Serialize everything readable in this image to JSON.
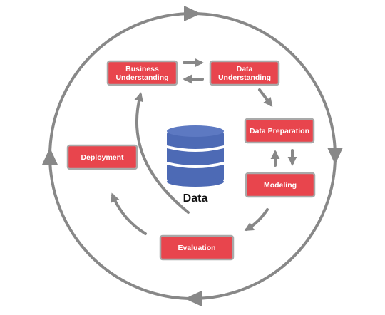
{
  "diagram": {
    "stages": {
      "business_understanding": [
        "Business",
        "Understanding"
      ],
      "data_understanding": [
        "Data",
        "Understanding"
      ],
      "data_preparation": [
        "Data Preparation"
      ],
      "modeling": [
        "Modeling"
      ],
      "evaluation": [
        "Evaluation"
      ],
      "deployment": [
        "Deployment"
      ]
    },
    "center_label": "Data",
    "colors": {
      "stage_fill": "#e8454d",
      "stage_border": "#a9a9a9",
      "arrow": "#888888",
      "database": "#4d6ab5"
    }
  }
}
